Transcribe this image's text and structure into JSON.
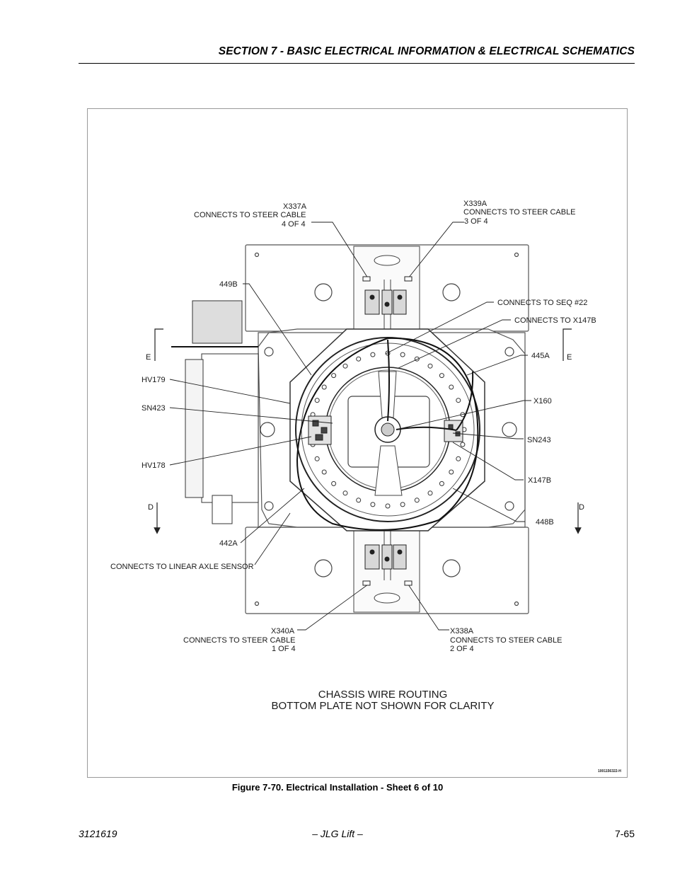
{
  "header": {
    "title": "SECTION 7 - BASIC ELECTRICAL INFORMATION & ELECTRICAL SCHEMATICS"
  },
  "figure": {
    "labels": {
      "x337a": "X337A",
      "x337a_desc": "CONNECTS TO STEER CABLE",
      "x337a_num": "4 OF 4",
      "x339a": "X339A",
      "x339a_desc": "CONNECTS TO STEER CABLE",
      "x339a_num": "3 OF 4",
      "l449b": "449B",
      "seq22": "CONNECTS TO SEQ #22",
      "x147b_conn": "CONNECTS TO X147B",
      "l445a": "445A",
      "hv179": "HV179",
      "sn423": "SN423",
      "x160": "X160",
      "sn243": "SN243",
      "hv178": "HV178",
      "x147b": "X147B",
      "l448b": "448B",
      "l442a": "442A",
      "linear_axle": "CONNECTS TO LINEAR AXLE SENSOR",
      "x340a": "X340A",
      "x340a_desc": "CONNECTS TO STEER CABLE",
      "x340a_num": "1 OF 4",
      "x338a": "X338A",
      "x338a_desc": "CONNECTS TO STEER CABLE",
      "x338a_num": "2 OF 4",
      "sec_e_left": "E",
      "sec_e_right": "E",
      "sec_d_left": "D",
      "sec_d_right": "D",
      "note_line1": "CHASSIS WIRE ROUTING",
      "note_line2": "BOTTOM PLATE NOT SHOWN FOR CLARITY",
      "drawing_no": "1001156322-H"
    },
    "caption": "Figure 7-70.  Electrical Installation - Sheet 6 of 10"
  },
  "footer": {
    "doc_number": "3121619",
    "center": "– JLG Lift –",
    "page": "7-65"
  }
}
